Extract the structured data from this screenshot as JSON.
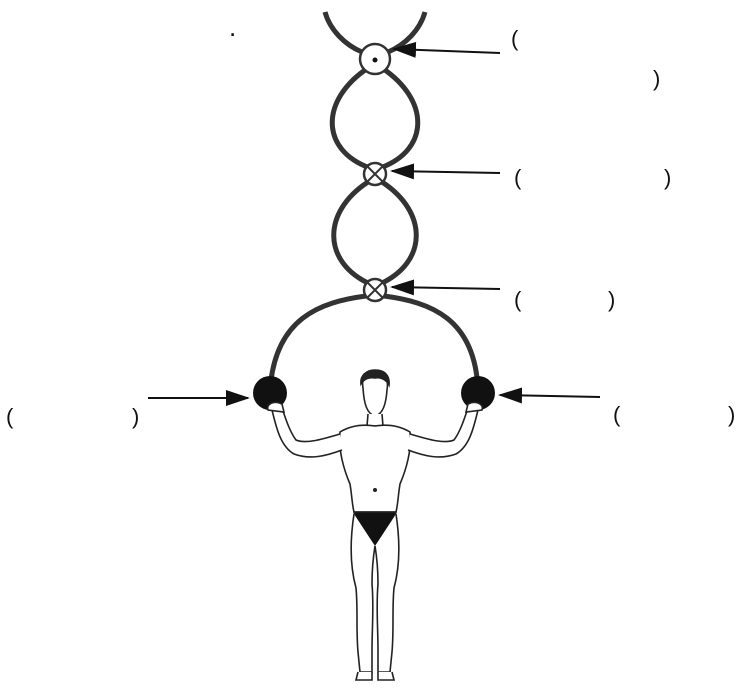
{
  "top_mark": ".",
  "labels": [
    {
      "id": "label-top-node",
      "open": "(",
      "close": ")"
    },
    {
      "id": "label-middle-node",
      "open": "(",
      "close": ")"
    },
    {
      "id": "label-lower-node",
      "open": "(",
      "close": ")"
    },
    {
      "id": "label-left-sphere",
      "open": "(",
      "close": ")"
    },
    {
      "id": "label-right-sphere",
      "open": "(",
      "close": ")"
    }
  ],
  "colors": {
    "strand": "#333333",
    "sphere": "#111111",
    "figure_outline": "#222222",
    "background": "#ffffff"
  }
}
